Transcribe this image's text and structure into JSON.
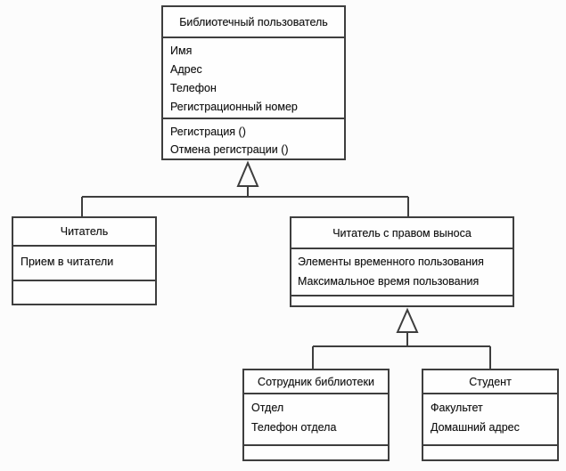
{
  "diagram": {
    "type": "uml-class-diagram",
    "language": "ru",
    "colors": {
      "line": "#3e3e3e",
      "text": "#131313",
      "background": "#fcfcfc",
      "box_fill": "#fefefe"
    },
    "classes": [
      {
        "id": "library-user",
        "title": "Библиотечный пользователь",
        "attributes": [
          "Имя",
          "Адрес",
          "Телефон",
          "Регистрационный номер"
        ],
        "operations": [
          "Регистрация ()",
          "Отмена регистрации ()"
        ]
      },
      {
        "id": "reader",
        "title": "Читатель",
        "attributes": [
          "Прием в читатели"
        ],
        "operations": []
      },
      {
        "id": "borrowing-reader",
        "title": "Читатель с правом выноса",
        "attributes": [
          "Элементы временного пользования",
          "Максимальное время пользования"
        ],
        "operations": []
      },
      {
        "id": "library-staff",
        "title": "Сотрудник библиотеки",
        "attributes": [
          "Отдел",
          "Телефон отдела"
        ],
        "operations": []
      },
      {
        "id": "student",
        "title": "Студент",
        "attributes": [
          "Факультет",
          "Домашний адрес"
        ],
        "operations": []
      }
    ],
    "relationships": [
      {
        "type": "generalization",
        "parent": "Библиотечный пользователь",
        "children": [
          "Читатель",
          "Читатель с правом выноса"
        ]
      },
      {
        "type": "generalization",
        "parent": "Читатель с правом выноса",
        "children": [
          "Сотрудник библиотеки",
          "Студент"
        ]
      }
    ]
  }
}
